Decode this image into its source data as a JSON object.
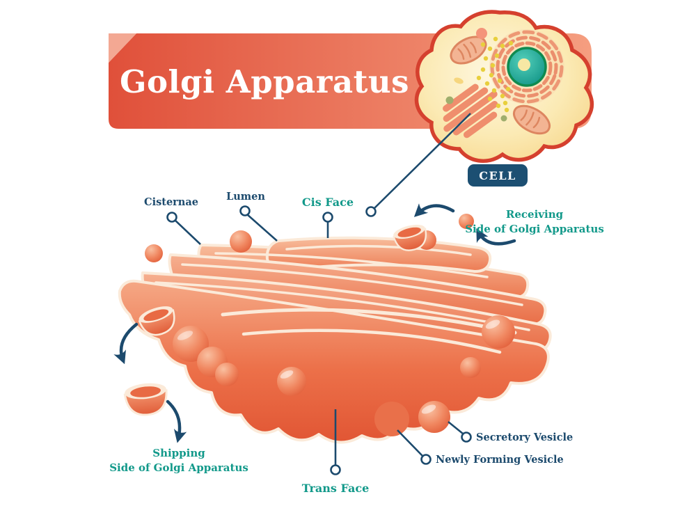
{
  "title": "Golgi Apparatus",
  "cell_tag": "CELL",
  "labels": {
    "cisternae": "Cisternae",
    "lumen": "Lumen",
    "cis_face": "Cis Face",
    "receiving": {
      "line1": "Receiving",
      "line2": "Side of Golgi Apparatus"
    },
    "shipping": {
      "line1": "Shipping",
      "line2": "Side of Golgi Apparatus"
    },
    "secretory_vesicle": "Secretory Vesicle",
    "newly_forming_vesicle": "Newly Forming Vesicle",
    "trans_face": "Trans Face"
  },
  "colors": {
    "banner_gradient_start": "#e0503a",
    "banner_gradient_end": "#f59e80",
    "banner_fold": "#f3a893",
    "navy": "#1c4a6d",
    "teal": "#12998a",
    "salmon_light": "#f8bd9c",
    "salmon_dark": "#e15634",
    "cream_rim": "#fbead9",
    "cell_membrane_red": "#d5402e",
    "cell_fill_yellow": "#fbe9b2",
    "nucleus_teal": "#14a090",
    "cell_tag_bg": "#1c4f72"
  }
}
